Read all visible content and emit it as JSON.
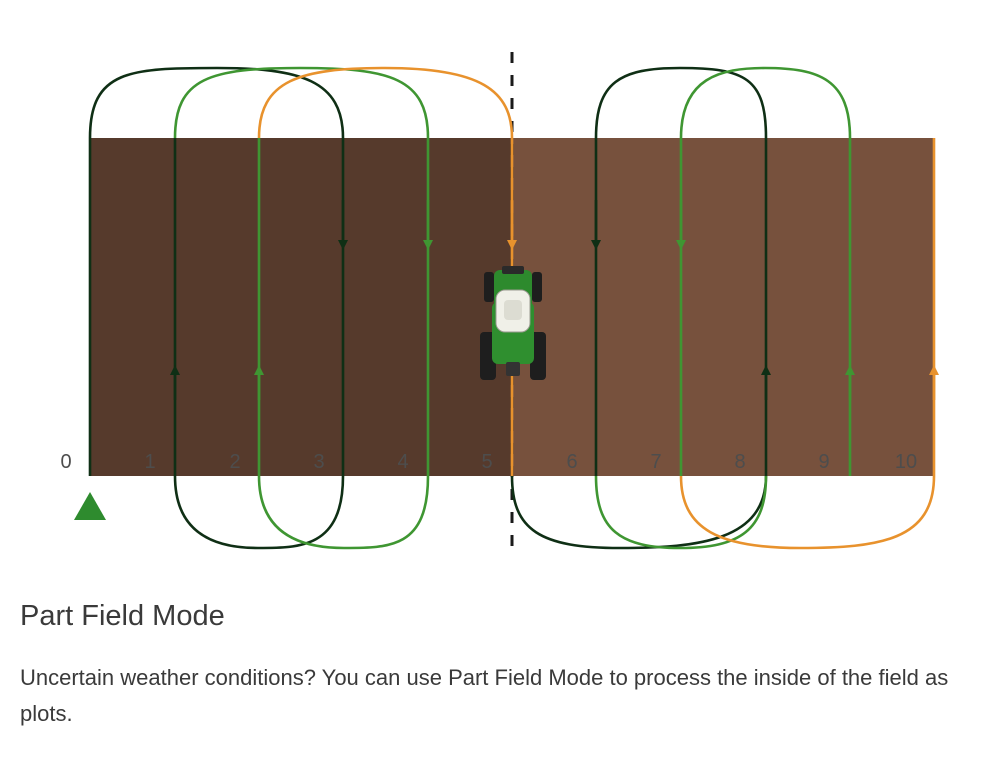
{
  "diagram": {
    "track_labels": [
      "0",
      "1",
      "2",
      "3",
      "4",
      "5",
      "6",
      "7",
      "8",
      "9",
      "10"
    ],
    "colors": {
      "field_processed": "#563a2c",
      "field_unprocessed": "#77513d",
      "path_dark": "#0f2f15",
      "path_green": "#3f9632",
      "path_orange": "#e8922d",
      "start_marker": "#2e8b2e",
      "divider": "#1a1a1a",
      "label": "#4d4d4d"
    },
    "icons": {
      "start": "start-triangle-icon",
      "vehicle": "tractor-icon"
    }
  },
  "caption": {
    "title": "Part Field Mode",
    "text": "Uncertain weather conditions? You can use Part Field Mode to process the inside of the field as plots."
  }
}
